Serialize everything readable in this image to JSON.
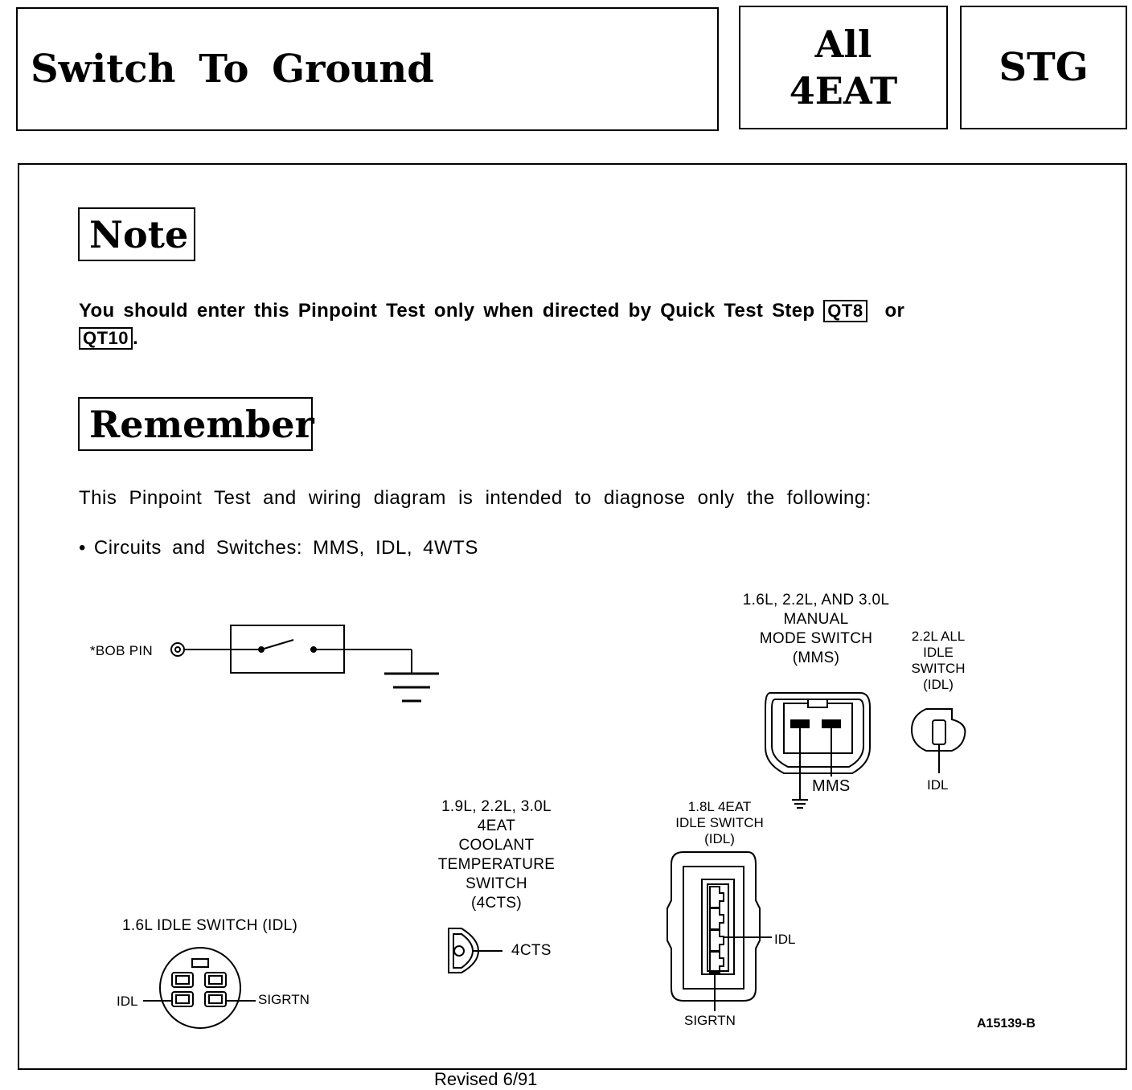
{
  "header": {
    "title": "Switch To Ground",
    "application_line1": "All",
    "application_line2": "4EAT",
    "code": "STG"
  },
  "note": {
    "heading": "Note",
    "text_before": "You should enter this Pinpoint Test only when directed by Quick Test Step",
    "step1": "QT8",
    "connector": "or",
    "step2": "QT10",
    "text_after": "."
  },
  "remember": {
    "heading": "Remember",
    "text": "This Pinpoint Test and wiring diagram is intended to diagnose only the following:",
    "bullet_symbol": "•",
    "bullet": "Circuits and Switches: MMS, IDL, 4WTS"
  },
  "diagram": {
    "bob_pin": "*BOB PIN",
    "mms_title": [
      "1.6L, 2.2L, AND 3.0L",
      "MANUAL",
      "MODE SWITCH",
      "(MMS)"
    ],
    "mms_label": "MMS",
    "idle22_title": [
      "2.2L ALL",
      "IDLE",
      "SWITCH",
      "(IDL)"
    ],
    "idle22_label": "IDL",
    "cts_title": [
      "1.9L, 2.2L, 3.0L",
      "4EAT",
      "COOLANT",
      "TEMPERATURE",
      "SWITCH",
      "(4CTS)"
    ],
    "cts_label": "4CTS",
    "idle18_title": [
      "1.8L 4EAT",
      "IDLE SWITCH",
      "(IDL)"
    ],
    "idle18_idl": "IDL",
    "idle18_sigrtn": "SIGRTN",
    "idle16_title": "1.6L IDLE SWITCH (IDL)",
    "idle16_idl": "IDL",
    "idle16_sigrtn": "SIGRTN",
    "figure_id": "A15139-B"
  },
  "footer": "Revised 6/91"
}
